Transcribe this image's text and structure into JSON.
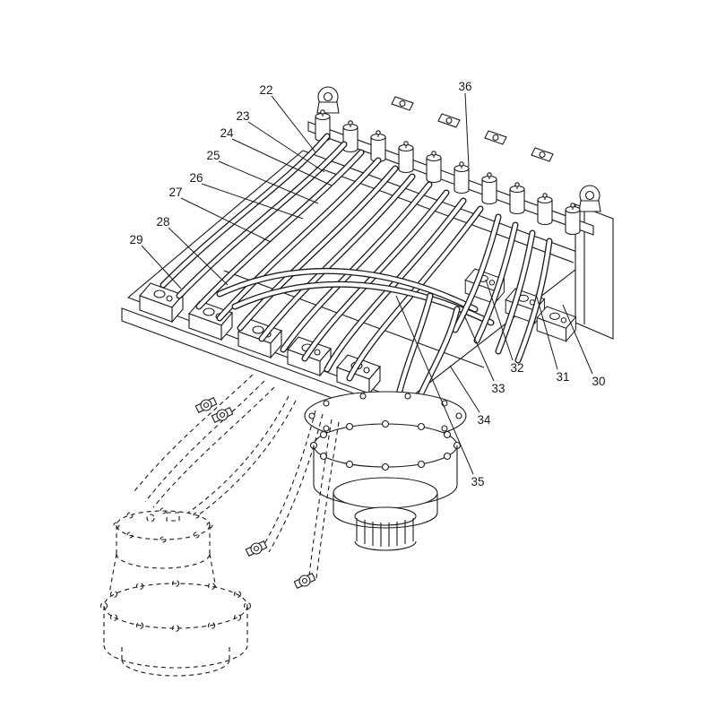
{
  "callouts": [
    {
      "label": "22"
    },
    {
      "label": "23"
    },
    {
      "label": "24"
    },
    {
      "label": "25"
    },
    {
      "label": "26"
    },
    {
      "label": "27"
    },
    {
      "label": "28"
    },
    {
      "label": "29"
    },
    {
      "label": "30"
    },
    {
      "label": "31"
    },
    {
      "label": "32"
    },
    {
      "label": "33"
    },
    {
      "label": "34"
    },
    {
      "label": "35"
    },
    {
      "label": "36"
    }
  ]
}
